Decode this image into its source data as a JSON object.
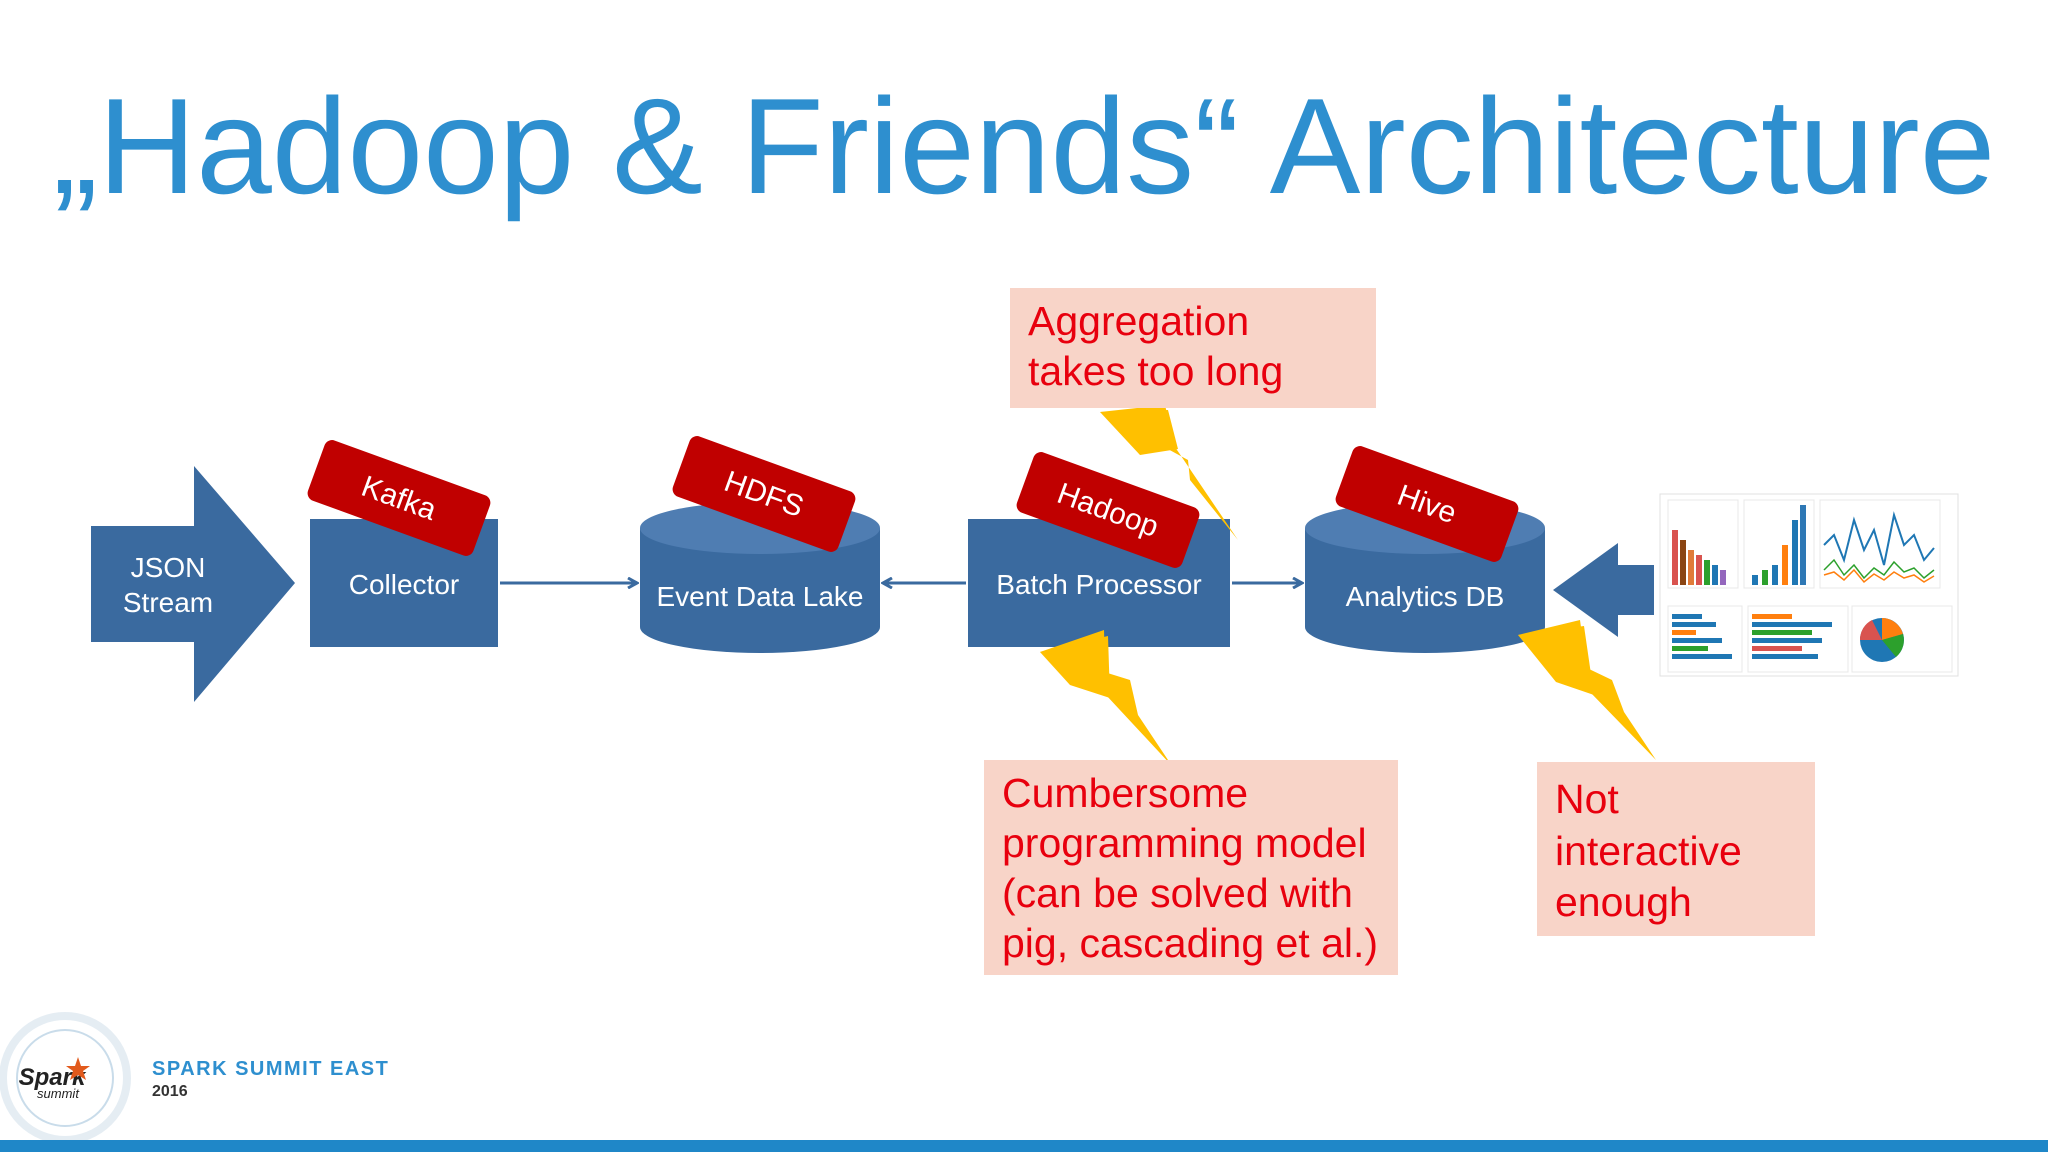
{
  "slide": {
    "title": "„Hadoop & Friends“ Architecture"
  },
  "diagram": {
    "input": {
      "line1": "JSON",
      "line2": "Stream"
    },
    "components": [
      {
        "label": "Collector",
        "tag": "Kafka",
        "shape": "box"
      },
      {
        "label": "Event Data Lake",
        "tag": "HDFS",
        "shape": "cylinder"
      },
      {
        "label": "Batch Processor",
        "tag": "Hadoop",
        "shape": "box"
      },
      {
        "label": "Analytics DB",
        "tag": "Hive",
        "shape": "cylinder"
      }
    ],
    "callouts": {
      "aggregation": [
        "Aggregation",
        "takes too long"
      ],
      "cumbersome": [
        "Cumbersome",
        "programming model",
        "(can be solved with",
        "pig, cascading et al.)"
      ],
      "not_interactive": [
        "Not",
        "interactive",
        "enough"
      ]
    },
    "colors": {
      "component_fill": "#3a6a9f",
      "tag_fill": "#c00000",
      "callout_fill": "#f8d4c8",
      "callout_text": "#e8000e",
      "lightning": "#ffc000",
      "title": "#2e8fcf"
    }
  },
  "footer": {
    "logo_text": "Spark",
    "logo_subtext": "summit",
    "event_name": "SPARK SUMMIT EAST",
    "event_year": "2016"
  }
}
